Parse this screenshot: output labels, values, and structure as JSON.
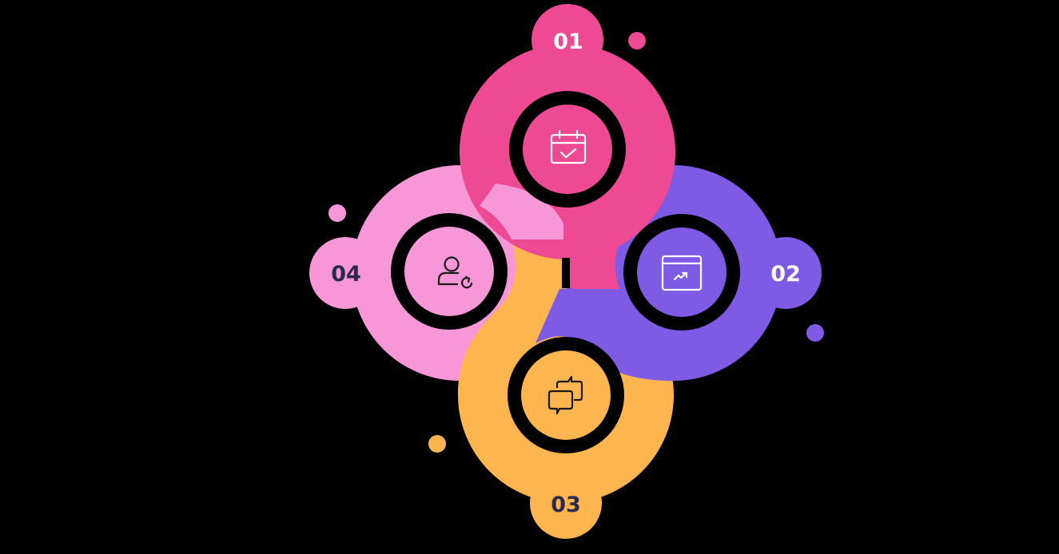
{
  "diagram": {
    "type": "four-step cycle infographic",
    "background": "#000000",
    "steps": [
      {
        "number": "01",
        "icon": "calendar-check-icon",
        "color": "#EE4A93",
        "label_color": "#FFFFFF",
        "icon_color": "#FFFFFF",
        "position": "top"
      },
      {
        "number": "02",
        "icon": "browser-chart-trend-icon",
        "color": "#7F5AE5",
        "label_color": "#FFFFFF",
        "icon_color": "#FFFFFF",
        "position": "right"
      },
      {
        "number": "03",
        "icon": "chat-bubbles-icon",
        "color": "#FDB64F",
        "label_color": "#2B2A4C",
        "icon_color": "#1A1A1A",
        "position": "bottom"
      },
      {
        "number": "04",
        "icon": "user-refresh-icon",
        "color": "#F797D8",
        "label_color": "#2B2A4C",
        "icon_color": "#1A1A1A",
        "position": "left"
      }
    ],
    "dots": [
      {
        "color": "#EE4A93"
      },
      {
        "color": "#7F5AE5"
      },
      {
        "color": "#FDB64F"
      },
      {
        "color": "#F797D8"
      }
    ]
  }
}
